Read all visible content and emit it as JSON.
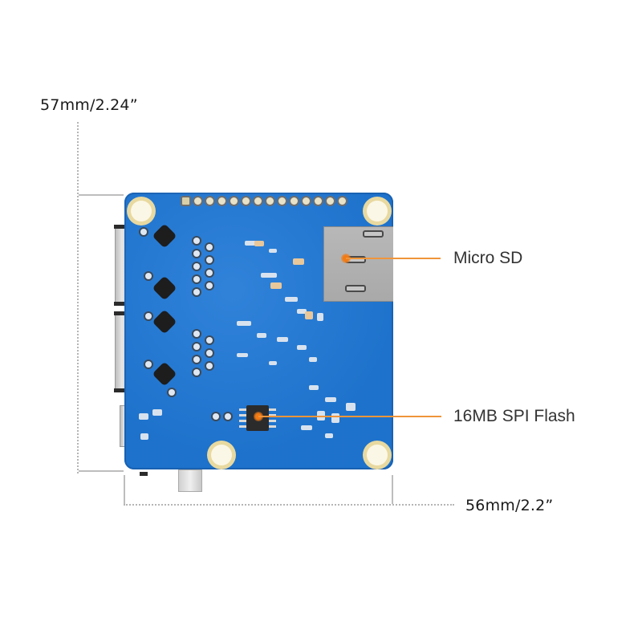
{
  "dimensions": {
    "height_label": "57mm/2.24”",
    "width_label": "56mm/2.2”"
  },
  "callouts": [
    {
      "label": "Micro SD",
      "target": "micro-sd-slot"
    },
    {
      "label": "16MB SPI Flash",
      "target": "spi-flash-chip"
    }
  ],
  "colors": {
    "pcb": "#1f78d6",
    "leader": "#f0953a",
    "dimension_line": "#b5b5b5",
    "label_text": "#333333"
  },
  "board": {
    "header_pin_count": 14,
    "mounting_holes": 4
  }
}
